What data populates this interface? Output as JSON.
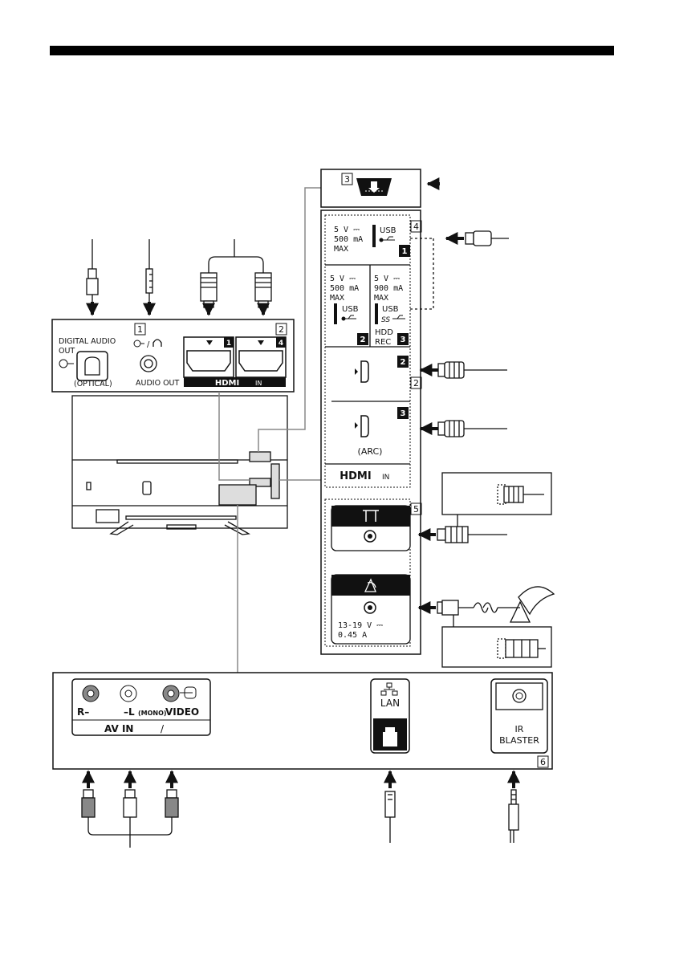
{
  "side_panel": {
    "usb1": {
      "voltage": "5 V ⎓",
      "current": "500 mA",
      "max": "MAX",
      "port_label": "USB",
      "number": "1"
    },
    "usb2": {
      "voltage": "5 V ⎓",
      "current": "500 mA",
      "max": "MAX",
      "port_label": "USB",
      "number": "2"
    },
    "usb3": {
      "voltage": "5 V ⎓",
      "current": "900 mA",
      "max": "MAX",
      "port_label": "USB",
      "rec_line1": "HDD",
      "rec_line2": "REC",
      "number": "3"
    },
    "hdmi2_number": "2",
    "hdmi3_number": "3",
    "hdmi3_arc": "(ARC)",
    "hdmi_logo": "HDMI",
    "hdmi_logo_suffix": "IN",
    "satellite_rating_1": "13-19 V ⎓",
    "satellite_rating_2": "0.45 A"
  },
  "top_panel": {
    "digital_audio_1": "DIGITAL AUDIO",
    "digital_audio_2": "OUT",
    "optical": "(OPTICAL)",
    "audio_out": "AUDIO OUT",
    "hdmi1_number": "1",
    "hdmi4_number": "4",
    "hdmi_logo": "HDMI",
    "hdmi_logo_suffix": "IN"
  },
  "bottom_panel": {
    "av_r": "R–",
    "av_l": "–L",
    "av_mono": "(MONO)",
    "av_video": "VIDEO",
    "av_in": "AV IN",
    "lan": "LAN",
    "ir_1": "IR",
    "ir_2": "BLASTER"
  },
  "callouts": {
    "c1": "1",
    "c2": "2",
    "c2b": "2",
    "c3": "3",
    "c4": "4",
    "c5": "5",
    "c6": "6"
  },
  "icons": [
    "usb-icon",
    "usb-ss-icon",
    "headphone-icon",
    "input-arrow-icon",
    "antenna-icon",
    "satellite-dish-icon",
    "lan-network-icon",
    "power-socket-icon",
    "optical-port-icon"
  ]
}
